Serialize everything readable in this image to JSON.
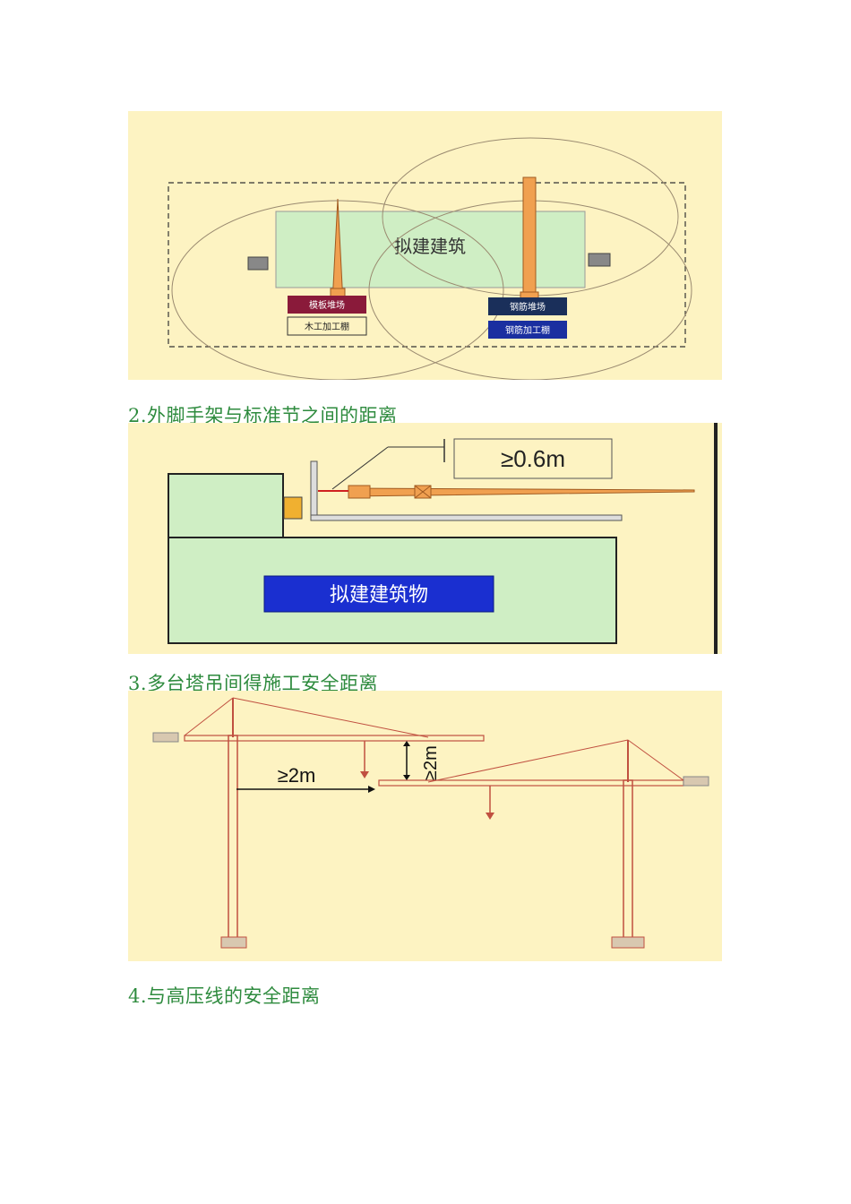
{
  "figure1": {
    "building_label": "拟建建筑",
    "formwork_yard": "模板堆场",
    "carpentry_shed": "木工加工棚",
    "rebar_yard": "钢筋堆场",
    "rebar_shed": "钢筋加工棚"
  },
  "section2": {
    "heading": "2.外脚手架与标准节之间的距离",
    "distance_label": "≥0.6m",
    "building_label": "拟建建筑物"
  },
  "section3": {
    "heading": "3.多台塔吊间得施工安全距离",
    "horizontal_label": "≥2m",
    "vertical_label": "≥2m"
  },
  "section4": {
    "heading": "4.与高压线的安全距离"
  },
  "colors": {
    "heading_green": "#2e8b3e",
    "figure_bg": "#fdf3c2",
    "building_fill": "#cfeec4",
    "crane_orange": "#f0a050",
    "label_blue": "#1a2fa0"
  }
}
